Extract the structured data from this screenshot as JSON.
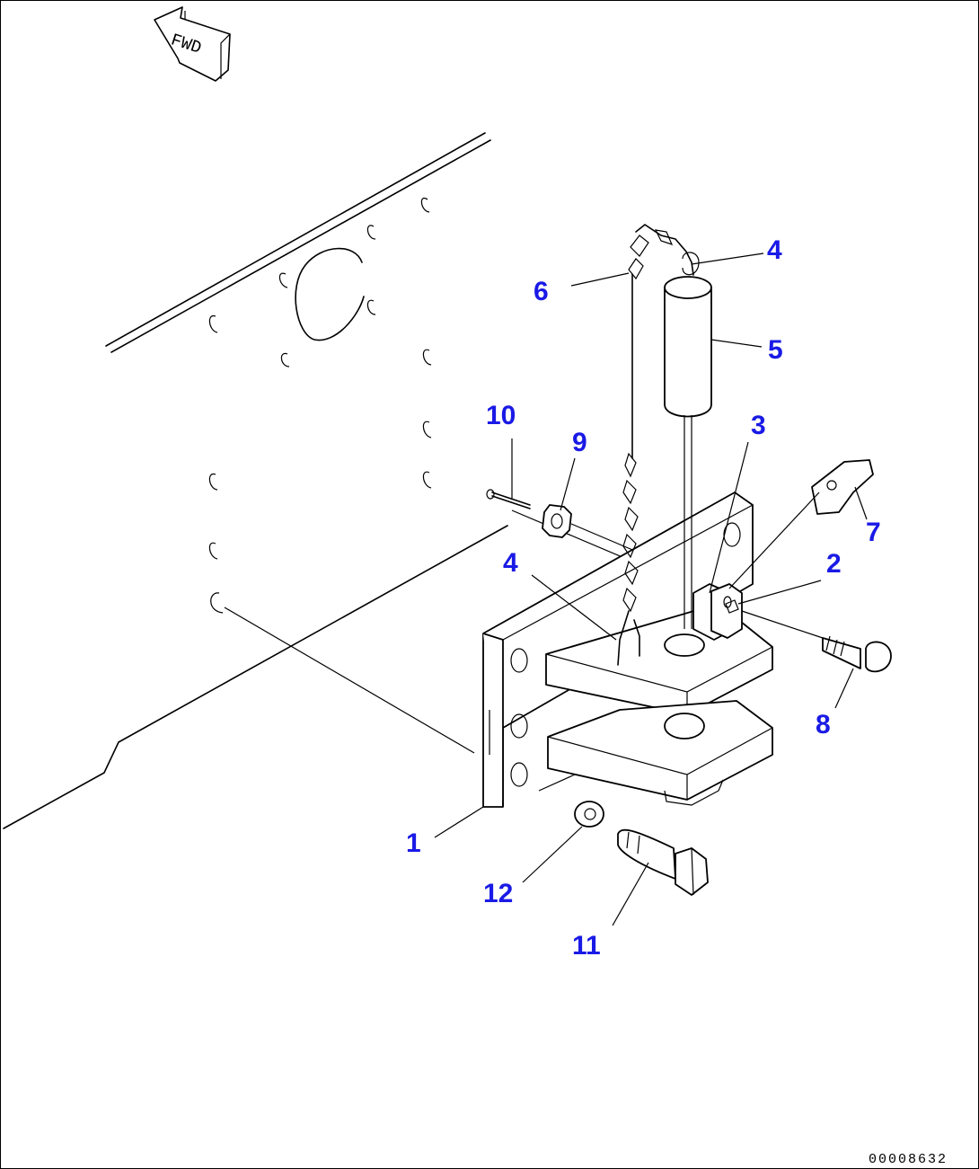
{
  "direction_label": "FWD",
  "callouts": {
    "c1": "1",
    "c2": "2",
    "c3": "3",
    "c4a": "4",
    "c4b": "4",
    "c5": "5",
    "c6": "6",
    "c7": "7",
    "c8": "8",
    "c9": "9",
    "c10": "10",
    "c11": "11",
    "c12": "12"
  },
  "drawing_number": "00008632",
  "colors": {
    "callout_text": "#1a1ae6",
    "line_art": "#000000",
    "background": "#ffffff"
  }
}
